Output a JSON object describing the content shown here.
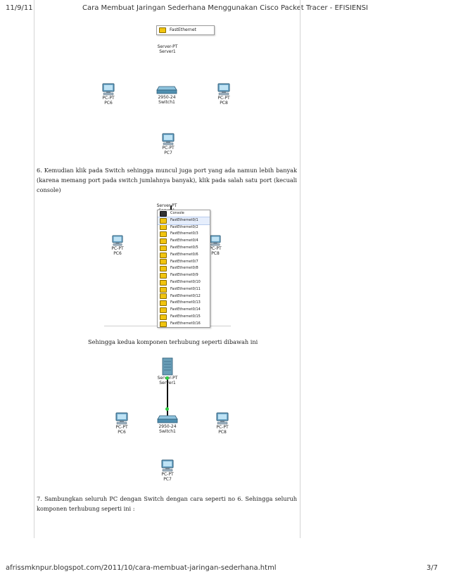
{
  "header": {
    "date": "11/9/11",
    "title": "Cara Membuat Jaringan Sederhana Menggunakan Cisco Packet Tracer - EFISIENSI"
  },
  "footer": {
    "url": "afrissmknpur.blogspot.com/2011/10/cara-membuat-jaringan-sederhana.html",
    "page": "3/7"
  },
  "figure1": {
    "port_tag": "FastEthernet",
    "server": {
      "type": "Server-PT",
      "name": "Server1"
    },
    "switch": {
      "type": "2950-24",
      "name": "Switch1"
    },
    "pc_left": {
      "type": "PC-PT",
      "name": "PC6"
    },
    "pc_right": {
      "type": "PC-PT",
      "name": "PC8"
    },
    "pc_bottom": {
      "type": "PC-PT",
      "name": "PC7"
    }
  },
  "step6": {
    "text": "6. Kemudian klik pada Switch sehingga muncul juga port yang ada namun lebih banyak (karena memang port pada switch jumlahnya banyak), klik pada salah satu port (kecuali console)"
  },
  "figure2": {
    "server_type": "Server-PT",
    "server_name": "Server1",
    "pc_left": {
      "type": "PC-PT",
      "name": "PC6"
    },
    "pc_right": {
      "type": "PC-PT",
      "name": "PC8"
    },
    "ports": [
      "Console",
      "FastEthernet0/1",
      "FastEthernet0/2",
      "FastEthernet0/3",
      "FastEthernet0/4",
      "FastEthernet0/5",
      "FastEthernet0/6",
      "FastEthernet0/7",
      "FastEthernet0/8",
      "FastEthernet0/9",
      "FastEthernet0/10",
      "FastEthernet0/11",
      "FastEthernet0/12",
      "FastEthernet0/13",
      "FastEthernet0/14",
      "FastEthernet0/15",
      "FastEthernet0/16"
    ],
    "selected_port": "FastEthernet0/1"
  },
  "caption": {
    "text": "Sehingga kedua komponen terhubung seperti dibawah ini"
  },
  "figure3": {
    "server": {
      "type": "Server-PT",
      "name": "Server1"
    },
    "switch": {
      "type": "2950-24",
      "name": "Switch1"
    },
    "pc_left": {
      "type": "PC-PT",
      "name": "PC6"
    },
    "pc_right": {
      "type": "PC-PT",
      "name": "PC8"
    },
    "pc_bottom": {
      "type": "PC-PT",
      "name": "PC7"
    },
    "link_status_color": "#2ecc40"
  },
  "step7": {
    "text": "7. Sambungkan seluruh PC dengan Switch dengan cara seperti no 6. Sehingga seluruh komponen terhubung seperti ini :"
  }
}
